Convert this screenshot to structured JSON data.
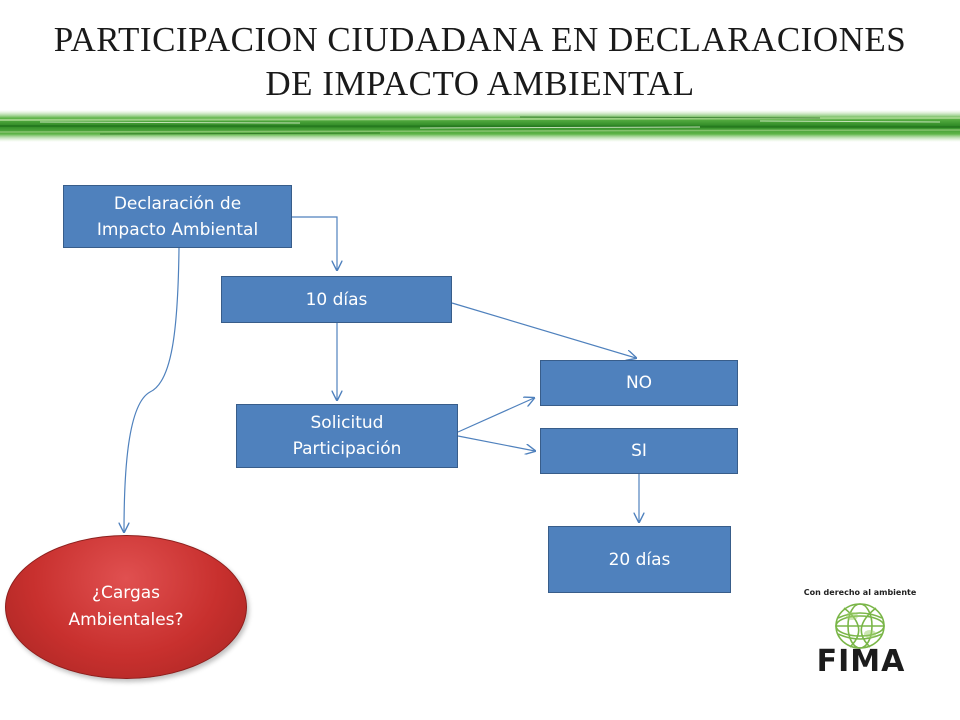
{
  "title": {
    "line1": "PARTICIPACION CIUDADANA EN DECLARACIONES",
    "line2": "DE IMPACTO AMBIENTAL"
  },
  "nodes": {
    "dia": {
      "line1": "Declaración de",
      "line2": "Impacto Ambiental"
    },
    "diez": "10 días",
    "solicitud": {
      "line1": "Solicitud",
      "line2": "Participación"
    },
    "no": "NO",
    "si": "SI",
    "veinte": "20 días",
    "cargas": {
      "line1": "¿Cargas",
      "line2": "Ambientales?"
    }
  },
  "logo": {
    "tagline": "Con derecho al ambiente",
    "wordmark": "FIMA"
  },
  "colors": {
    "box_fill": "#4f81bd",
    "ellipse_fill": "#c8302e",
    "band_green": "#3a9a2e",
    "logo_green": "#7ab648"
  }
}
